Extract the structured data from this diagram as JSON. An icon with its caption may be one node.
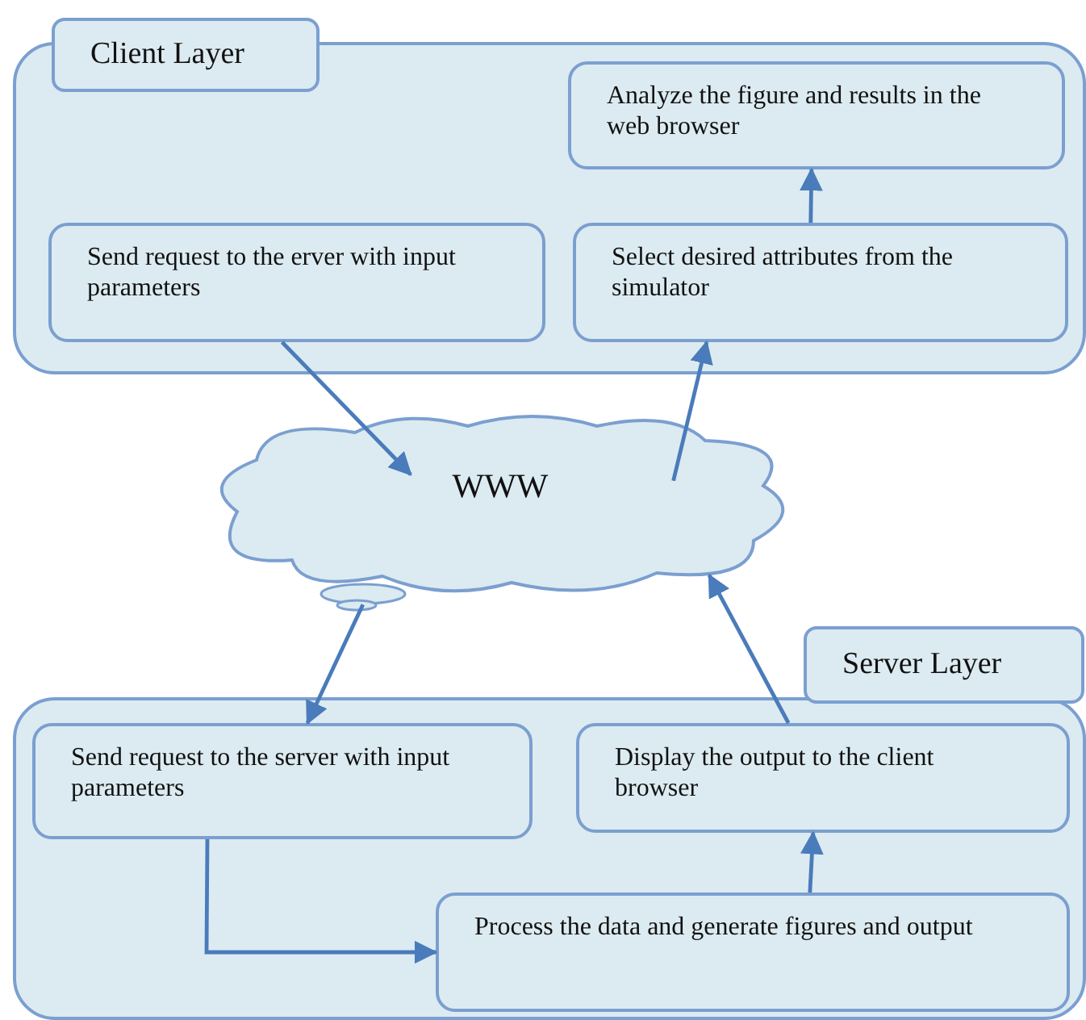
{
  "diagram": {
    "nodes": [
      {
        "text": [
          "Client Layer"
        ]
      },
      {
        "text": [
          "Analyze the figure and results in the web browser"
        ],
        "in": 0
      },
      {
        "text": [
          "Send request to the  erver with input parameters"
        ],
        "in": 0
      },
      {
        "text": [
          "Select desired attributes from the simulator"
        ],
        "in": 0
      },
      {
        "text": [
          "WWW"
        ]
      },
      {
        "text": [
          "Server Layer"
        ]
      },
      {
        "text": [
          "Send request to the server with input parameters"
        ],
        "in": 5
      },
      {
        "text": [
          "Display the output to the client browser"
        ],
        "in": 5
      },
      {
        "text": [
          "Process the data and generate figures and output"
        ],
        "in": 5
      }
    ],
    "edges": [
      {
        "from": 2,
        "to": 4,
        "arrow": "to"
      },
      {
        "from": 4,
        "to": 3,
        "arrow": "to"
      },
      {
        "from": 3,
        "to": 1,
        "arrow": "to"
      },
      {
        "from": 4,
        "to": 6,
        "arrow": "to"
      },
      {
        "from": 7,
        "to": 4,
        "arrow": "to"
      },
      {
        "from": 6,
        "to": 8,
        "arrow": "to"
      },
      {
        "from": 8,
        "to": 7,
        "arrow": "to"
      }
    ]
  }
}
